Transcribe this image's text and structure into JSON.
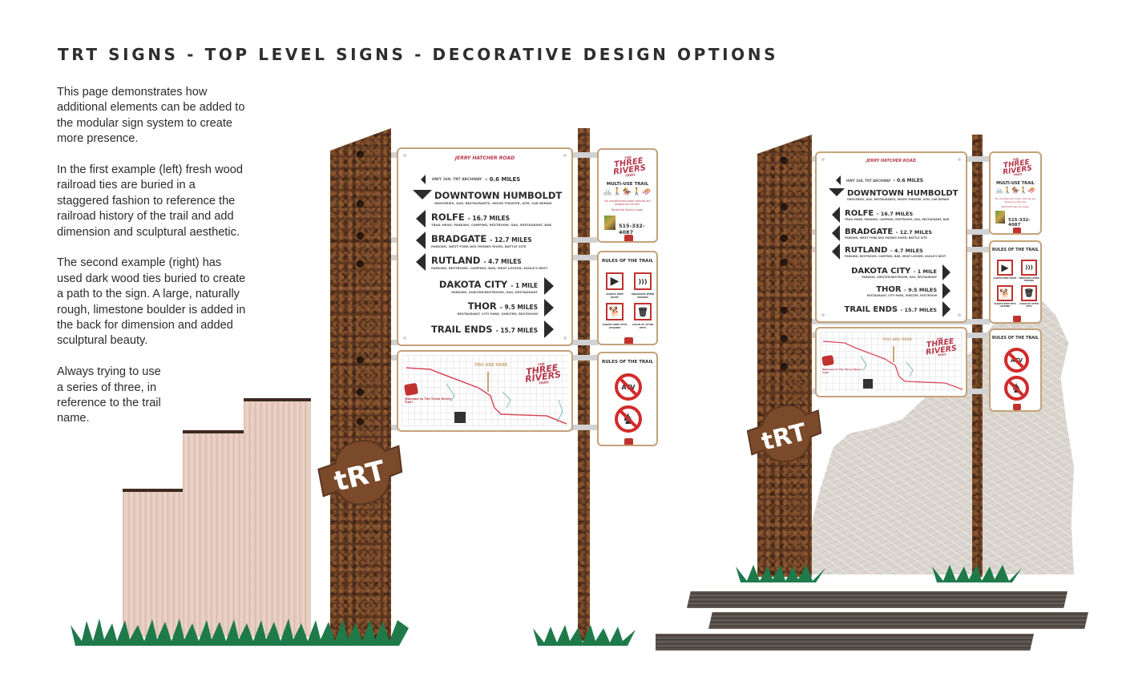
{
  "page": {
    "title": "TRT SIGNS - TOP LEVEL SIGNS - DECORATIVE DESIGN OPTIONS",
    "description": [
      "This page demonstrates how additional elements can be added to the modular sign system to create more presence.",
      "In the first example (left) fresh wood railroad ties are buried in a staggered fashion to reference the railroad history of the trail and add dimension and sculptural aesthetic.",
      "The second example (right) has used dark wood ties buried to create a path to the sign. A large, naturally rough, limestone boulder is added in the back for dimension and added sculptural beauty.",
      "Always trying to use a series of three, in reference to the trail name."
    ]
  },
  "colors": {
    "brand_red": "#b5374a",
    "panel_border": "#c4a27a",
    "post_rust": "#5a3520",
    "grass_green": "#1f7a4a",
    "fresh_tie": "#e6cbbf",
    "dark_tie": "#5a524c",
    "boulder": "#dad5ce",
    "rule_red": "#d12b2b"
  },
  "directional_sign": {
    "header": "JERRY HATCHER ROAD",
    "rows": [
      {
        "name": "HWY 169, TRT ARCHWAY",
        "distance": "- 0.6 MILES",
        "services": "",
        "arrow": "left-small"
      },
      {
        "name": "DOWNTOWN HUMBOLDT",
        "distance": "",
        "services": "GROCERIES, GAS, RESTAURANTS, MOVIE THEATER, ATM, CAR REPAIR",
        "arrow": "down"
      },
      {
        "name": "ROLFE",
        "distance": "- 16.7 MILES",
        "services": "TRAIL HEAD, PARKING, CAMPING, RESTROOM, GAS, RESTAURANT, BAR",
        "arrow": "left"
      },
      {
        "name": "BRADGATE",
        "distance": "- 12.7 MILES",
        "services": "PARKING, WEST FORK DES MOINES RIVER, BATTLE SITE",
        "arrow": "left"
      },
      {
        "name": "RUTLAND",
        "distance": "- 4.7 MILES",
        "services": "PARKING, RESTROOM, CAMPING, BAR, MEAT LOCKER, EAGLE'S NEST",
        "arrow": "left"
      },
      {
        "name": "DAKOTA CITY",
        "distance": "- 1 MILE",
        "services": "PARKING, SHELTER/RESTROOM, GAS, RESTAURANT",
        "arrow": "right"
      },
      {
        "name": "THOR",
        "distance": "- 9.5 MILES",
        "services": "RESTAURANT, CITY PARK, SHELTER, RESTROOM",
        "arrow": "right"
      },
      {
        "name": "TRAIL ENDS",
        "distance": "- 15.7 MILES",
        "services": "",
        "arrow": "right"
      }
    ]
  },
  "map_sign": {
    "you_are_here": "YOU ARE HERE",
    "brand_the": "THE",
    "brand_name": "THREE RIVERS",
    "brand_trail": "TRAIL",
    "welcome": "Welcome to The Three Rivers Trail!"
  },
  "multi_use_sign": {
    "brand_the": "THE",
    "brand_name": "THREE RIVERS",
    "brand_trail": "TRAIL",
    "title": "MULTI-USE TRAIL",
    "icons": [
      "bicycle-icon",
      "hiker-icon",
      "horse-rider-icon",
      "walker-icon",
      "snowmobile-icon"
    ],
    "notice": "No unauthorized motor vehicles are allowed on the trail.",
    "restricted": "Restricted Equine usage.",
    "phone": "515-332-4087"
  },
  "rules_sign_1": {
    "title": "RULES OF THE TRAIL",
    "rules": [
      {
        "icon": "keep-right-icon",
        "glyph": "▶",
        "caption": "ALWAYS KEEP RIGHT"
      },
      {
        "icon": "announce-passing-icon",
        "glyph": ")))",
        "caption": "ANNOUNCE WHEN PASSING"
      },
      {
        "icon": "dog-leash-icon",
        "glyph": "🐕",
        "caption": "ALWAYS KEEP PETS LEASHED"
      },
      {
        "icon": "clean-up-pets-icon",
        "glyph": "🗑",
        "caption": "CLEAN UP AFTER PETS"
      }
    ]
  },
  "rules_sign_2": {
    "title": "RULES OF THE TRAIL",
    "prohibited": [
      {
        "icon": "no-atv-icon",
        "glyph": "ATV"
      },
      {
        "icon": "no-horse-icon",
        "glyph": "♞"
      }
    ]
  },
  "badge": {
    "text": "tRT"
  }
}
